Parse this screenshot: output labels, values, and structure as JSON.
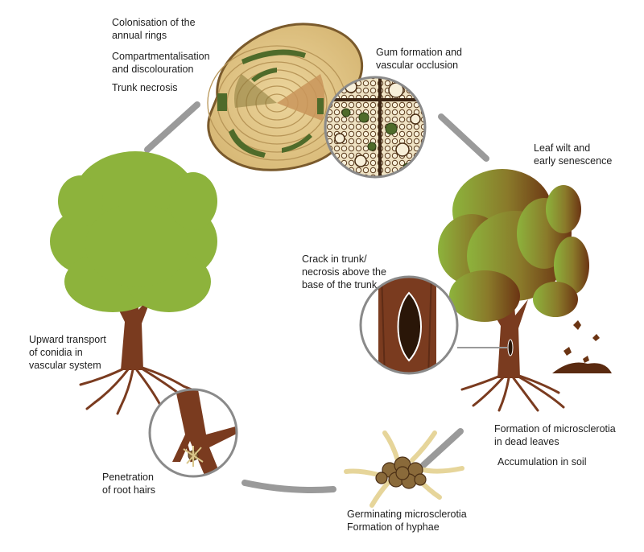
{
  "labels": {
    "annual_rings": "Colonisation of the annual rings",
    "compartment_1": "Compartmentalisation",
    "compartment_2": "and discolouration",
    "trunk_necrosis": "Trunk necrosis",
    "gum_1": "Gum formation and",
    "gum_2": "vascular occlusion",
    "leaf_1": "Leaf wilt and",
    "leaf_2": "early senescence",
    "crack_1": "Crack in trunk/",
    "crack_2": "necrosis above the",
    "crack_3": "base of the trunk",
    "upward_1": "Upward transport",
    "upward_2": "of conidia in",
    "upward_3": "vascular system",
    "micro_1": "Formation of microsclerotia",
    "micro_2": "in dead leaves",
    "accumulation": "Accumulation in soil",
    "penetration_1": "Penetration",
    "penetration_2": "of root hairs",
    "germ_1": "Germinating microsclerotia",
    "germ_2": "Formation of hyphae"
  },
  "colors": {
    "cycle_arrow": "#9a9a9a",
    "foliage": "#8db33c",
    "bark": "#7a3b1f",
    "wood": "#e6cb8a",
    "ring": "#b89658",
    "discolour": "#4f6b2a",
    "necrosis": "#c9955a",
    "dead_leaf": "#6b3413"
  }
}
